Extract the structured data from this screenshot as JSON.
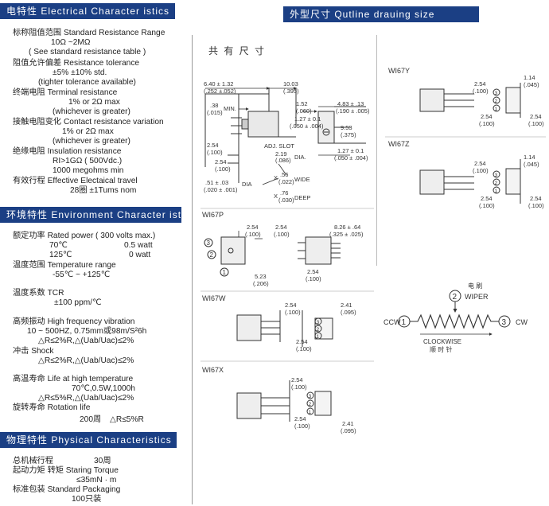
{
  "sections": {
    "electrical": "电特性 Electrical Character istics",
    "environment": "环境特性 Environment Character istics",
    "physical": "物理特性 Physical Characteristics",
    "outline": "外型尺寸 Qutline drauing size"
  },
  "electrical": [
    "标称阻值范围 Standard Resistance Range",
    "10Ω ~2MΩ",
    "( See standard resistance table )",
    "阻值允许偏差 Resistance tolerance",
    "±5% ±10% std.",
    "(tighter tolerance available)",
    "终端电阻 Terminal resistance",
    "1% or 2Ω max",
    "(whichever is greater)",
    "接触电阻变化 Contact resistance variation",
    "1% or 2Ω max",
    "(whichever is greater)",
    "绝缘电阻 Insulation resistance",
    "RI>1GΩ ( 500Vdc.)",
    "1000 megohms min",
    "有效行程 Effective Electaical travel",
    "28圈 ±1Tums nom"
  ],
  "environment": {
    "rated_power": "额定功率 Rated power",
    "rated_note": "( 300 volts max.)",
    "t70": "70℃",
    "p70": "0.5 watt",
    "t125": "125℃",
    "p125": "0 watt",
    "temp_range": "温度范围 Temperature range",
    "temp_value": "-55℃ ~ +125℃",
    "tcr": "温度系数 TCR",
    "tcr_value": "±100 ppm/℃",
    "vib": "高频振动 High frequency vibration",
    "vib_value": "10 ~ 500HZ, 0.75mm或98m/S²6h",
    "vib_delta": "△R≤2%R,△(Uab/Uac)≤2%",
    "shock": "冲击 Shock",
    "shock_delta": "△R≤2%R,△(Uab/Uac)≤2%",
    "life": "高温寿命 Life at high temperature",
    "life_value": "70℃,0.5W,1000h",
    "life_delta": "△R≤5%R,△(Uab/Uac)≤2%",
    "rot": "旋转寿命 Rotation life",
    "rot_cycles": "200周",
    "rot_delta": "△R≤5%R"
  },
  "physical": {
    "travel_label": "总机械行程",
    "travel_value": "30周",
    "torque_label": "起动力矩 转矩 Staring Torque",
    "torque_value": "≤35mN · m",
    "pack_label": "标准包装 Standard Packaging",
    "pack_value": "100只装"
  },
  "outline": {
    "common": "共 有 尺 寸",
    "d1": "6.40 ± 1.32",
    "d1b": "(.252 ±.052)",
    "d2": "10.03",
    "d2b": "(.395)",
    "d3": ".38",
    "d3b": "(.015)",
    "min": "MIN.",
    "d4": "1.52",
    "d4b": "(.060)",
    "d5": "4.83 ± .13",
    "d5b": "(.190 ± .005)",
    "d6": "1.27 ± 0.1",
    "d6b": "(.050 ± .004)",
    "d7": "9.53",
    "d7b": "(.375)",
    "d8": "1.27 ± 0.1",
    "d8b": "(.050 ± .004)",
    "d9": "2.54",
    "d9b": "(.100)",
    "d10": "2.54",
    "d10b": "(.100)",
    "slot": "ADJ. SLOT",
    "d11": "2.19",
    "d11b": "(.086)",
    "dia": "DIA.",
    "d12": ".51 ± .03",
    "d12b": "(.020 ± .001)",
    "dia2": "DIA",
    "x": "X",
    "d13": ".56",
    "d13b": "(.022)",
    "wide": "WIDE",
    "d14": ".76",
    "d14b": "(.030)",
    "deep": "DEEP",
    "wp": "WI67P",
    "p1": "2.54",
    "p1b": "(.100)",
    "p2": "5.23",
    "p2b": "(.206)",
    "p3": "2.54",
    "p3b": "(.100)",
    "p4": "8.26 ± .64",
    "p4b": "(.325 ± .025)",
    "p5": "2.54",
    "p5b": "(.100)",
    "ww": "WI67W",
    "w1": "2.54",
    "w1b": "(.100)",
    "w2": "2.41",
    "w2b": "(.095)",
    "w3": "2.54",
    "w3b": "(.100)",
    "wx": "WI67X",
    "x1": "2.54",
    "x1b": "(.100)",
    "x2": "2.54",
    "x2b": "(.100)",
    "x3": "2.41",
    "x3b": "(.095)",
    "wy": "WI67Y",
    "y1": "2.54",
    "y1b": "(.100)",
    "y2": "1.14",
    "y2b": "(.045)",
    "y3": "2.54",
    "y3b": "(.100)",
    "y4": "2.54",
    "y4b": "(.100)",
    "wz": "WI67Z",
    "z1": "2.54",
    "z1b": "(.100)",
    "z2": "1.14",
    "z2b": "(.045)",
    "z3": "2.54",
    "z3b": "(.100)",
    "z4": "2.54",
    "z4b": "(.100)",
    "wiper_cn": "电 刷",
    "wiper": "WIPER",
    "ccw": "CCW",
    "cw": "CW",
    "clockwise": "CLOCKWISE",
    "clockwise_cn": "顺 时 针",
    "n1": "1",
    "n2": "2",
    "n3": "3"
  }
}
